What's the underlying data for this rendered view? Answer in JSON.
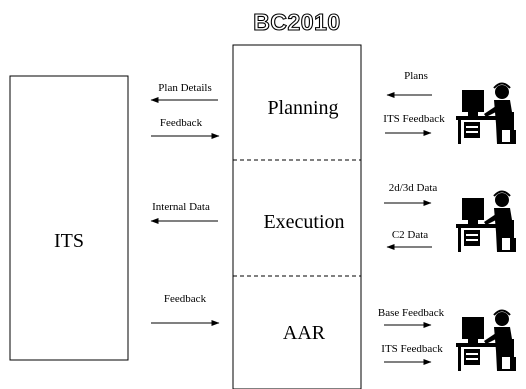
{
  "title": "BC2010",
  "its_label": "ITS",
  "phases": {
    "planning": "Planning",
    "execution": "Execution",
    "aar": "AAR"
  },
  "left_arrows": {
    "plan_details": "Plan Details",
    "feedback_planning": "Feedback",
    "internal_data": "Internal Data",
    "feedback_aar": "Feedback"
  },
  "right_arrows": {
    "plans": "Plans",
    "its_feedback_planning": "ITS Feedback",
    "data_2d3d": "2d/3d Data",
    "c2_data": "C2 Data",
    "base_feedback": "Base Feedback",
    "its_feedback_aar": "ITS Feedback"
  },
  "colors": {
    "line": "#000000",
    "background": "#ffffff",
    "figure": "#000000"
  },
  "icons": [
    "operator-at-computer-icon",
    "operator-at-computer-icon",
    "operator-at-computer-icon"
  ]
}
